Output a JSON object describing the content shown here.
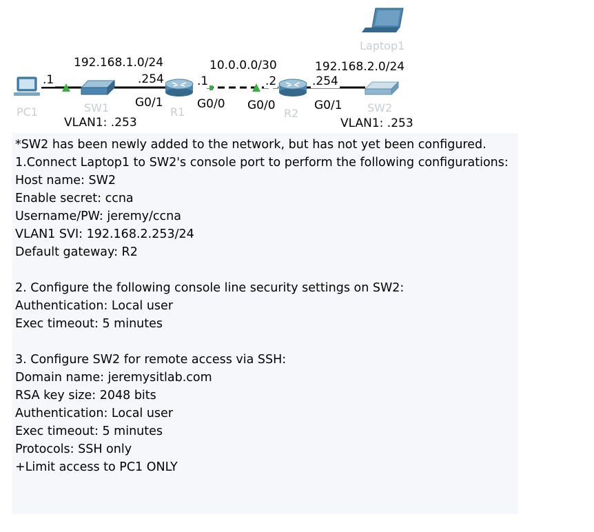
{
  "diagram": {
    "devices": {
      "pc1": {
        "label": "PC1"
      },
      "sw1": {
        "label": "SW1"
      },
      "r1": {
        "label": "R1"
      },
      "r2": {
        "label": "R2"
      },
      "sw2": {
        "label": "SW2"
      },
      "laptop1": {
        "label": "Laptop1"
      }
    },
    "networks": {
      "left": "192.168.1.0/24",
      "middle": "10.0.0.0/30",
      "right": "192.168.2.0/24"
    },
    "addresses": {
      "pc1_host": ".1",
      "r1_g01_addr": ".254",
      "r1_g00_addr": ".1",
      "r2_g00_addr": ".2",
      "r2_g01_addr": ".254",
      "sw1_vlan": "VLAN1: .253",
      "sw2_vlan": "VLAN1: .253"
    },
    "interfaces": {
      "r1_g01": "G0/1",
      "r1_g00": "G0/0",
      "r2_g00": "G0/0",
      "r2_g01": "G0/1"
    },
    "colors": {
      "link": "#000000",
      "link_up": "#3cb043",
      "device_label": "#c8cdd3",
      "device_blue": "#4a86b0"
    }
  },
  "notes": {
    "lines": [
      "*SW2 has been newly added to the network, but has not yet been configured.",
      "1.Connect Laptop1 to SW2's console port to perform the following configurations:",
      "Host name: SW2",
      "Enable secret: ccna",
      "Username/PW: jeremy/ccna",
      "VLAN1 SVI: 192.168.2.253/24",
      "Default gateway: R2",
      "",
      "2. Configure the following console line security settings on SW2:",
      "Authentication: Local user",
      "Exec timeout: 5 minutes",
      "",
      "3. Configure SW2 for remote access via SSH:",
      "Domain name: jeremysitlab.com",
      "RSA key size: 2048 bits",
      "Authentication: Local user",
      "Exec timeout: 5 minutes",
      "Protocols: SSH only",
      "+Limit access to PC1 ONLY"
    ]
  }
}
